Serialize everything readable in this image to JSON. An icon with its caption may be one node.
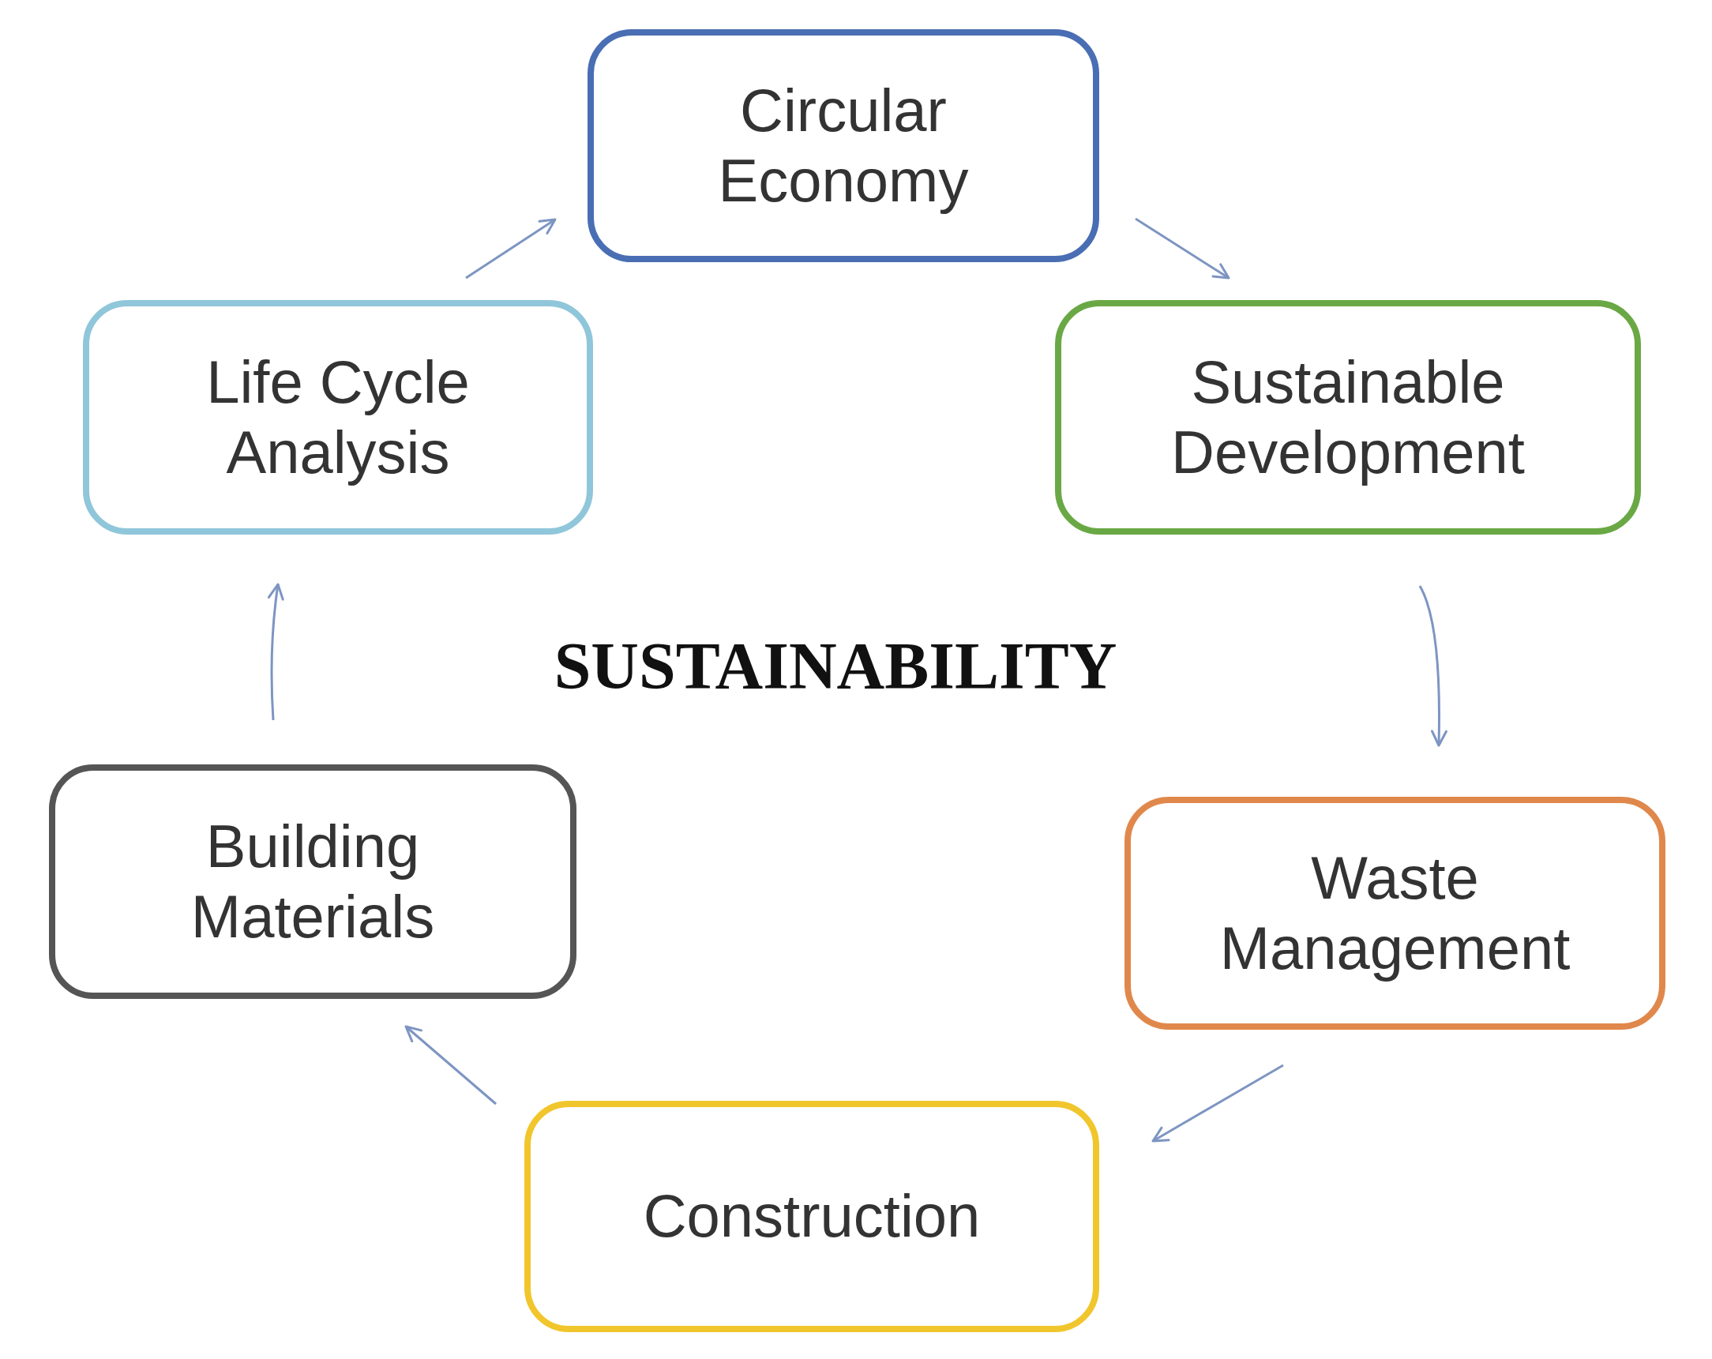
{
  "diagram": {
    "nodes": [
      {
        "text": [
          "Circular Economy"
        ]
      },
      {
        "text": [
          "Sustainable Development"
        ]
      },
      {
        "text": [
          "Waste Management"
        ]
      },
      {
        "text": [
          "Construction"
        ]
      },
      {
        "text": [
          "Building Materials"
        ]
      },
      {
        "text": [
          "Life Cycle Analysis"
        ]
      }
    ],
    "edges": [
      {
        "from": 5,
        "to": 0,
        "arrow": "to"
      },
      {
        "from": 0,
        "to": 1,
        "arrow": "to"
      },
      {
        "from": 1,
        "to": 2,
        "arrow": "to"
      },
      {
        "from": 2,
        "to": 3,
        "arrow": "to"
      },
      {
        "from": 3,
        "to": 4,
        "arrow": "to"
      },
      {
        "from": 4,
        "to": 5,
        "arrow": "to"
      }
    ],
    "labels": [
      "SUSTAINABILITY"
    ]
  }
}
